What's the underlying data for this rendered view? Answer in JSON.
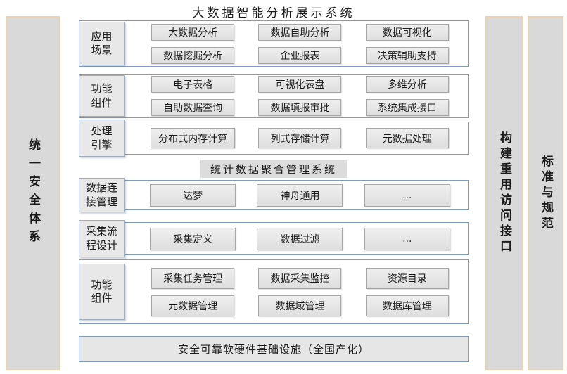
{
  "page": {
    "top_title": "大数据智能分析展示系统",
    "mid_title": "统计数据聚合管理系统",
    "bottom_bar": "安全可靠软硬件基础设施（全国产化）"
  },
  "side_bars": {
    "left": "统一安全体系",
    "right_inner": "构建重用访问接口",
    "right_outer": "标准与规范"
  },
  "rows": [
    {
      "label": "应用场景",
      "label_lines": [
        "应用",
        "场景"
      ],
      "items": [
        "大数据分析",
        "数据自助分析",
        "数据可视化",
        "数据挖掘分析",
        "企业报表",
        "决策辅助支持"
      ]
    },
    {
      "label": "功能组件",
      "label_lines": [
        "功能",
        "组件"
      ],
      "items": [
        "电子表格",
        "可视化表盘",
        "多维分析",
        "自助数据查询",
        "数据填报审批",
        "系统集成接口"
      ]
    },
    {
      "label": "处理引擎",
      "label_lines": [
        "处理",
        "引擎"
      ],
      "items": [
        "分布式内存计算",
        "列式存储计算",
        "元数据处理"
      ]
    },
    {
      "label": "数据连接管理",
      "label_lines": [
        "数据连",
        "接管理"
      ],
      "items": [
        "达梦",
        "神舟通用",
        "..."
      ]
    },
    {
      "label": "采集流程设计",
      "label_lines": [
        "采集流",
        "程设计"
      ],
      "items": [
        "采集定义",
        "数据过滤",
        "..."
      ]
    },
    {
      "label": "功能组件",
      "label_lines": [
        "功能",
        "组件"
      ],
      "items": [
        "采集任务管理",
        "数据采集监控",
        "资源目录",
        "元数据管理",
        "数据域管理",
        "数据库管理"
      ]
    }
  ],
  "colors": {
    "text": "#1a1a1a",
    "row-border": "#7f9cc0",
    "item-border": "#a6a6a6",
    "item-bg-top": "#efefef",
    "item-bg-bottom": "#dedede",
    "label-bg": "#e8e8e8",
    "label-border": "#9fadc0",
    "sidebar-bg": "#d9d9d9",
    "sidebar-border": "#ecd2ae",
    "midtitle-bg": "#dcdcdc",
    "bottombar-bg": "#e6e6e6"
  }
}
